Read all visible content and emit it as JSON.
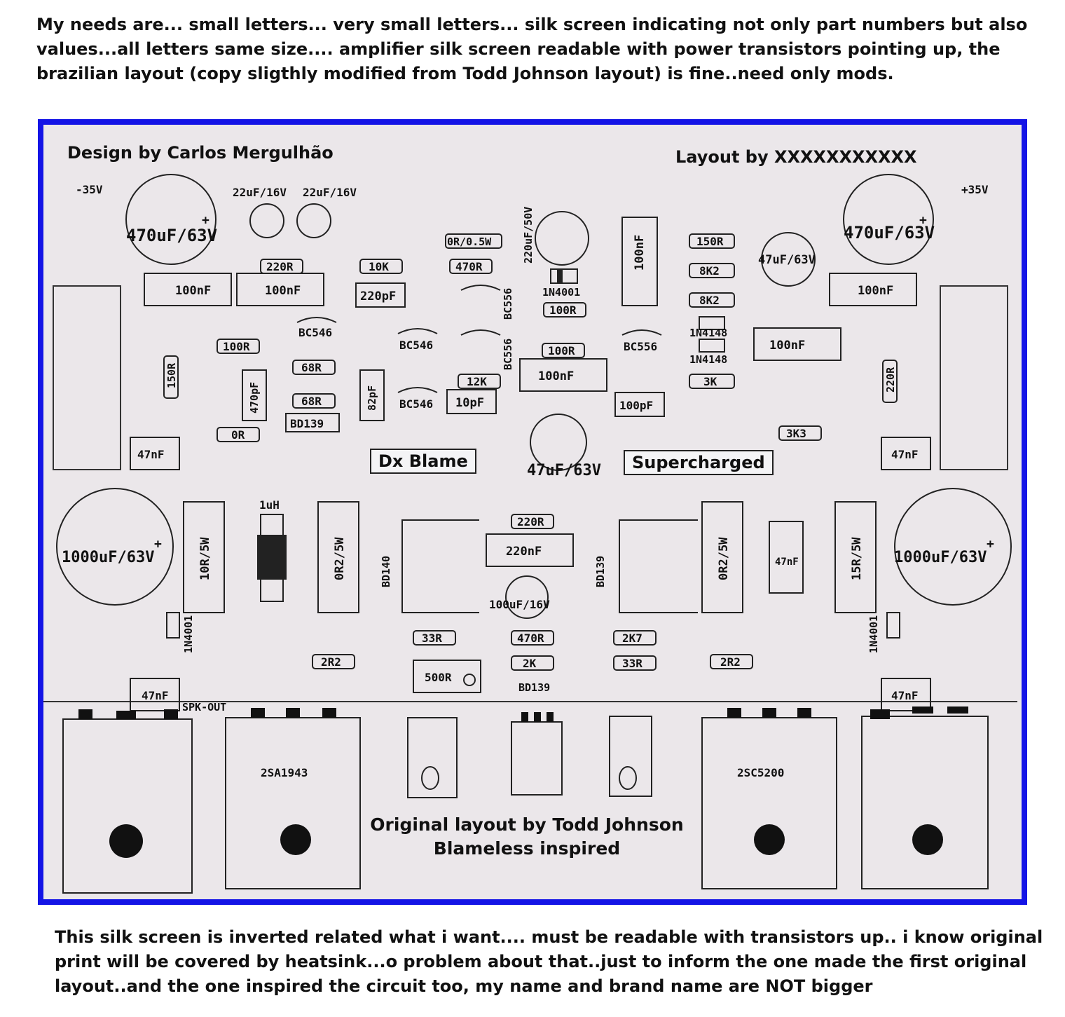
{
  "notes": {
    "top": "My needs are... small letters... very small letters... silk screen indicating not only part numbers but also values...all letters same size.... amplifier silk screen readable with power transistors pointing up, the brazilian layout (copy sligthly modified from Todd Johnson layout) is fine..need only mods.",
    "bottom": "This silk screen is inverted related what i want.... must be readable with transistors up.. i know original print will be covered by heatsink...o problem about that..just to inform the one made the first original layout..and the one inspired the circuit too, my name and brand name are NOT bigger"
  },
  "board": {
    "design_credit": "Design by Carlos Mergulhão",
    "layout_credit": "Layout by XXXXXXXXXXX",
    "tag_left": "Dx Blame",
    "tag_right": "Supercharged",
    "original_credit": "Original layout by Todd Johnson",
    "inspired": "Blameless inspired",
    "rail_neg": "-35V",
    "rail_pos": "+35V",
    "spk_out": "SPK-OUT",
    "bd139_label": "BD139",
    "colors": {
      "border": "#1414e6",
      "board": "#ebe7ea",
      "ink": "#111111"
    },
    "caps_electrolytic": [
      {
        "label": "470uF/63V"
      },
      {
        "label": "470uF/63V"
      },
      {
        "label": "22uF/16V"
      },
      {
        "label": "22uF/16V"
      },
      {
        "label": "220uF/50V"
      },
      {
        "label": "47uF/63V"
      },
      {
        "label": "47uF/63V"
      },
      {
        "label": "1000uF/63V"
      },
      {
        "label": "1000uF/63V"
      },
      {
        "label": "100uF/16V"
      }
    ],
    "caps_film": [
      {
        "label": "100nF"
      },
      {
        "label": "100nF"
      },
      {
        "label": "100nF"
      },
      {
        "label": "100nF"
      },
      {
        "label": "100nF"
      },
      {
        "label": "100nF"
      },
      {
        "label": "220pF"
      },
      {
        "label": "100pF"
      },
      {
        "label": "10pF"
      },
      {
        "label": "47nF"
      },
      {
        "label": "47nF"
      },
      {
        "label": "47nF"
      },
      {
        "label": "47nF"
      },
      {
        "label": "47nF"
      },
      {
        "label": "220nF"
      },
      {
        "label": "470pF"
      },
      {
        "label": "82pF"
      }
    ],
    "resistors": [
      {
        "label": "220R"
      },
      {
        "label": "10K"
      },
      {
        "label": "0R/0.5W"
      },
      {
        "label": "470R"
      },
      {
        "label": "150R"
      },
      {
        "label": "8K2"
      },
      {
        "label": "8K2"
      },
      {
        "label": "100R"
      },
      {
        "label": "100R"
      },
      {
        "label": "100R"
      },
      {
        "label": "68R"
      },
      {
        "label": "68R"
      },
      {
        "label": "12K"
      },
      {
        "label": "3K"
      },
      {
        "label": "3K3"
      },
      {
        "label": "0R"
      },
      {
        "label": "150R"
      },
      {
        "label": "220R"
      },
      {
        "label": "220R"
      },
      {
        "label": "33R"
      },
      {
        "label": "470R"
      },
      {
        "label": "2K7"
      },
      {
        "label": "2K"
      },
      {
        "label": "33R"
      },
      {
        "label": "2R2"
      },
      {
        "label": "2R2"
      }
    ],
    "power_resistors": [
      {
        "label": "10R/5W"
      },
      {
        "label": "0R2/5W"
      },
      {
        "label": "0R2/5W"
      },
      {
        "label": "15R/5W"
      }
    ],
    "inductor": "1uH",
    "trimmer": "500R",
    "diodes": [
      {
        "label": "1N4001"
      },
      {
        "label": "1N4148"
      },
      {
        "label": "1N4148"
      },
      {
        "label": "1N4001"
      },
      {
        "label": "1N4001"
      }
    ],
    "transistors_small": [
      {
        "label": "BC546"
      },
      {
        "label": "BC546"
      },
      {
        "label": "BC546"
      },
      {
        "label": "BC556"
      },
      {
        "label": "BC556"
      },
      {
        "label": "BC556"
      }
    ],
    "drivers": [
      {
        "label": "BD139"
      },
      {
        "label": "BD140"
      },
      {
        "label": "BD139"
      }
    ],
    "power_transistors": [
      {
        "label": "2SA1943"
      },
      {
        "label": "2SC5200"
      }
    ]
  }
}
